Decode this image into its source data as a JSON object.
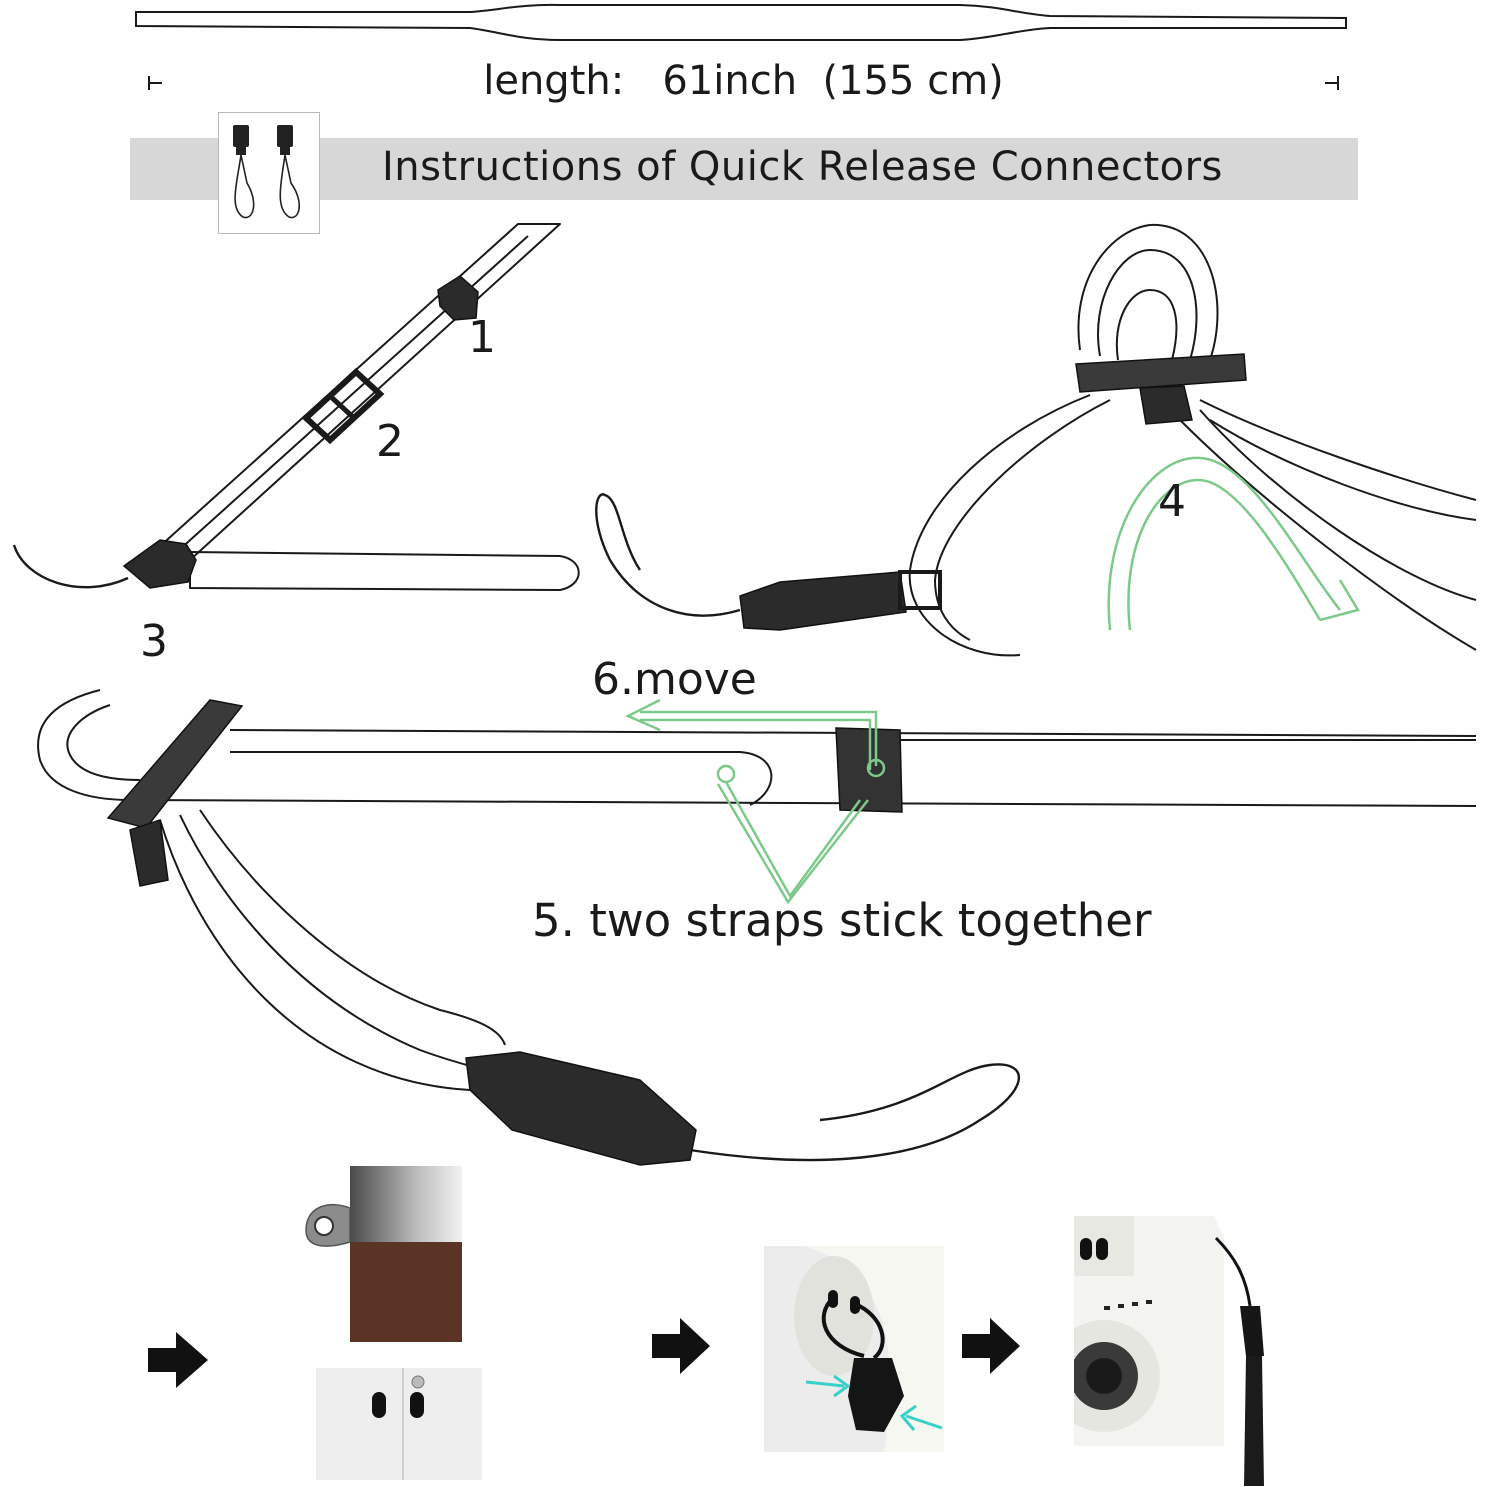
{
  "header": {
    "length_label": "length:",
    "length_value": "61inch",
    "length_metric": "(155 cm)"
  },
  "banner": {
    "title": "Instructions of Quick Release Connectors"
  },
  "steps": {
    "step1": "1",
    "step2": "2",
    "step3": "3",
    "step4": "4",
    "step5": "5. two straps stick together",
    "step6": "6.move"
  },
  "icons": {
    "arrow": "right-arrow-icon",
    "hint_arrow": "cyan-press-arrow-icon"
  },
  "colors": {
    "line": "#1a1a1a",
    "guide_green": "#7cc98a",
    "banner_gray": "#d7d7d7",
    "hint_cyan": "#38d0c8",
    "leather_brown": "#5b3425"
  }
}
